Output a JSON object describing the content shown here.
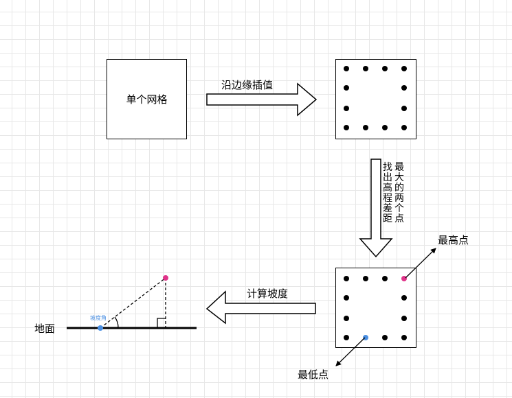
{
  "single_grid": "单个网格",
  "step1_label": "沿边缘插值",
  "step2_label_col1": "找出高程差距",
  "step2_label_col2": "最大的两个点",
  "highest_point": "最高点",
  "lowest_point": "最低点",
  "step3_label": "计算坡度",
  "slope_angle": "坡度角",
  "ground": "地面",
  "colors": {
    "highest": "#e0348a",
    "lowest": "#4a8fe2",
    "line": "#000000"
  }
}
